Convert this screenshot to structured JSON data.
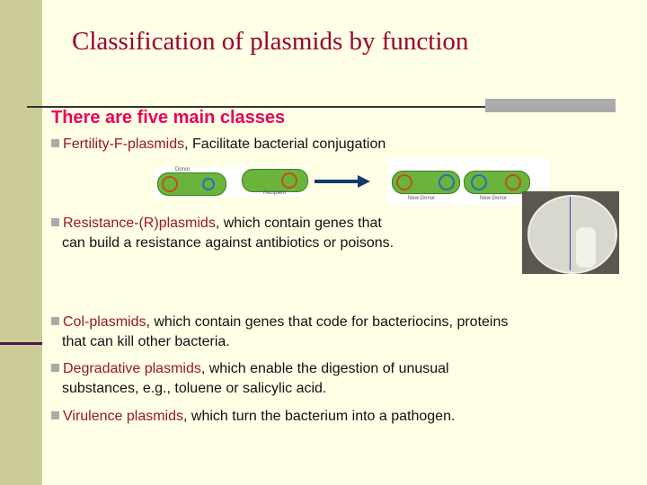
{
  "title": "Classification of plasmids by function",
  "heading": "There are five main classes",
  "bullets": [
    {
      "term": "Fertility-F-plasmids",
      "rest": ", Facilitate bacterial conjugation"
    },
    {
      "term": "Resistance-(R)plasmids",
      "rest": ", which contain genes that",
      "cont": "can build a resistance against antibiotics or poisons."
    },
    {
      "term": "Col-plasmids",
      "rest": ", which contain genes that code for bacteriocins,  proteins",
      "cont": "that can kill other bacteria."
    },
    {
      "term": "Degradative plasmids",
      "rest": ", which enable the digestion of unusual",
      "cont": "substances, e.g., toluene or salicylic acid."
    },
    {
      "term": "Virulence plasmids",
      "rest": ", which turn the bacterium into a pathogen."
    }
  ],
  "diagram": {
    "donor": "Donor",
    "recipient": "Recipient",
    "new_donor_1": "New Donor",
    "new_donor_2": "New Donor"
  },
  "colors": {
    "title": "#990033",
    "heading": "#e8005a",
    "term": "#99162e",
    "sidebar": "#cccc99"
  }
}
